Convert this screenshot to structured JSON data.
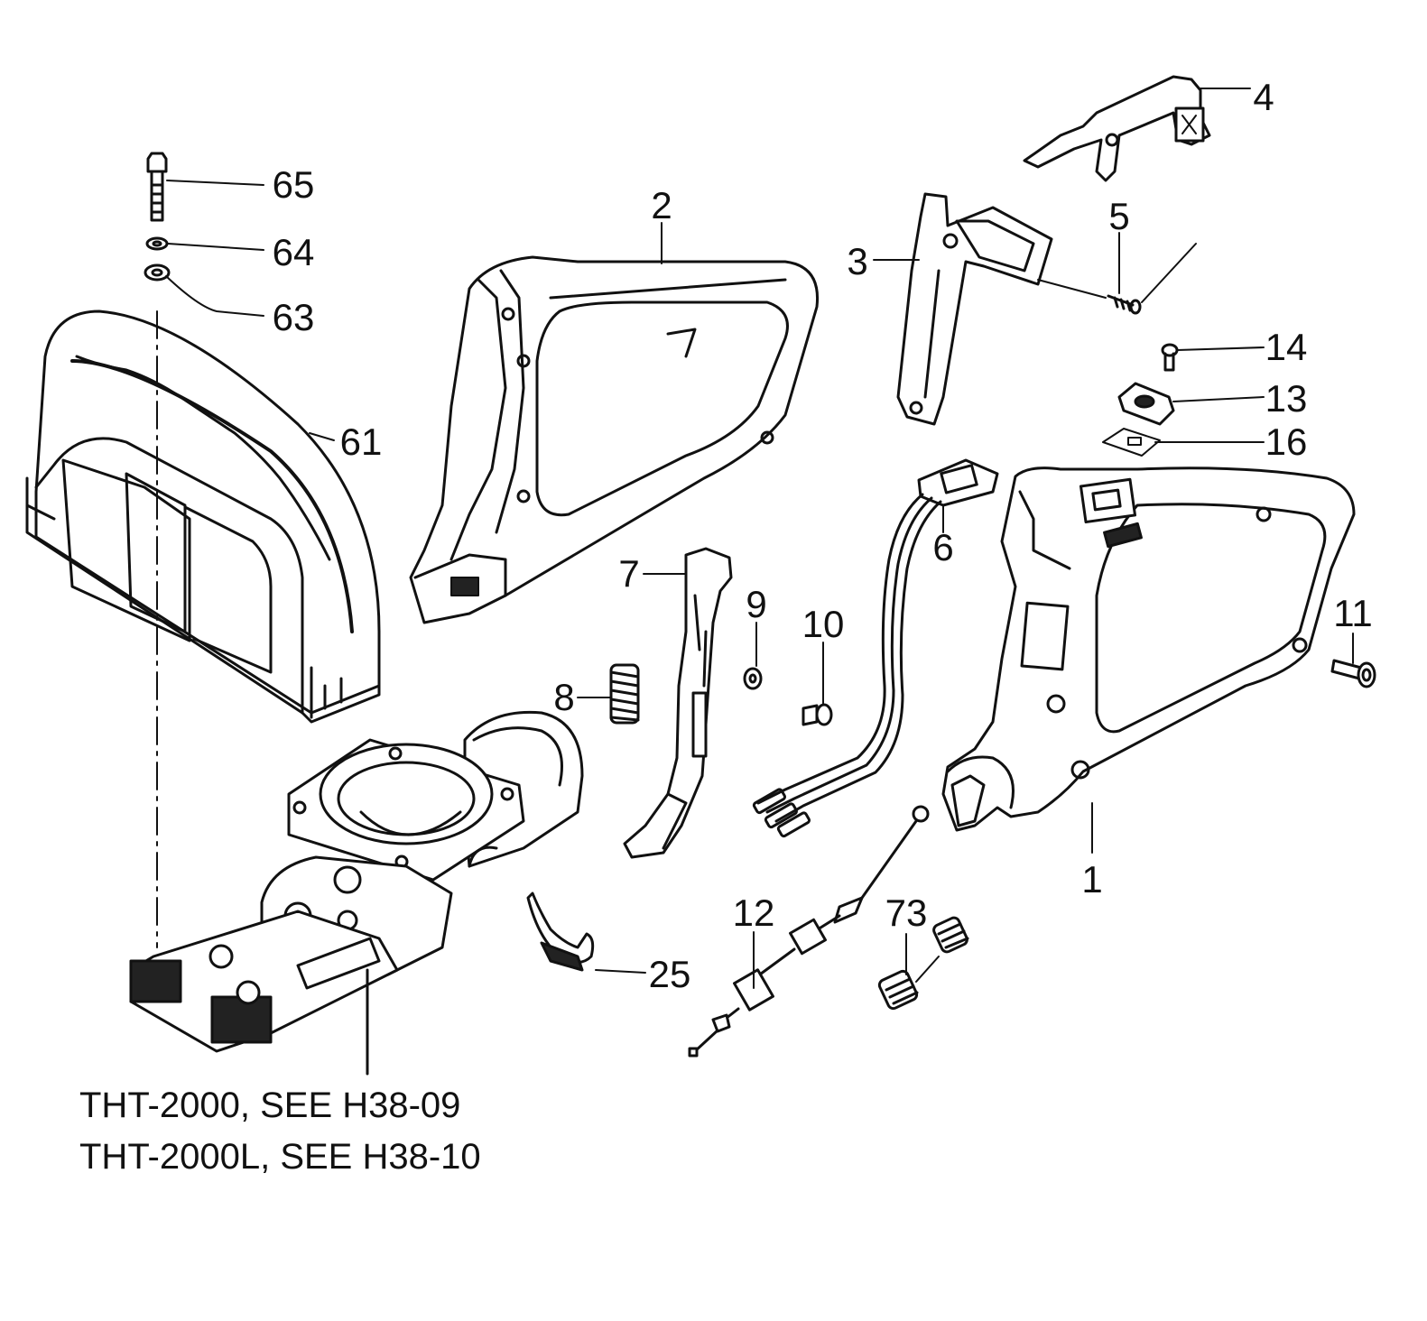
{
  "diagram": {
    "parts": [
      {
        "id": "p1",
        "number": "1"
      },
      {
        "id": "p2",
        "number": "2"
      },
      {
        "id": "p3",
        "number": "3"
      },
      {
        "id": "p4",
        "number": "4"
      },
      {
        "id": "p5",
        "number": "5"
      },
      {
        "id": "p6",
        "number": "6"
      },
      {
        "id": "p7",
        "number": "7"
      },
      {
        "id": "p8",
        "number": "8"
      },
      {
        "id": "p9",
        "number": "9"
      },
      {
        "id": "p10",
        "number": "10"
      },
      {
        "id": "p11",
        "number": "11"
      },
      {
        "id": "p12",
        "number": "12"
      },
      {
        "id": "p13",
        "number": "13"
      },
      {
        "id": "p14",
        "number": "14"
      },
      {
        "id": "p16",
        "number": "16"
      },
      {
        "id": "p25",
        "number": "25"
      },
      {
        "id": "p61",
        "number": "61"
      },
      {
        "id": "p63",
        "number": "63"
      },
      {
        "id": "p64",
        "number": "64"
      },
      {
        "id": "p65",
        "number": "65"
      },
      {
        "id": "p73",
        "number": "73"
      }
    ],
    "notes": [
      "THT-2000,   SEE H38-09",
      "THT-2000L, SEE H38-10"
    ],
    "colors": {
      "line": "#111111",
      "background": "#ffffff",
      "fill_light": "#ffffff",
      "fill_dark": "#222222"
    }
  }
}
